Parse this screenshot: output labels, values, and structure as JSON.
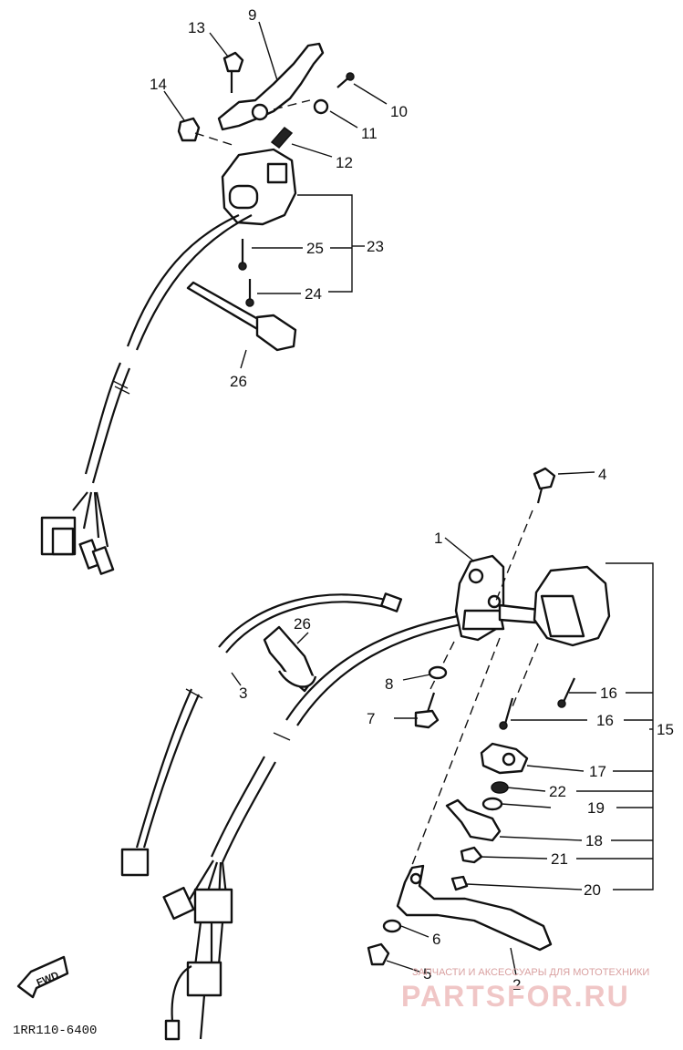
{
  "labels": {
    "l1": "1",
    "l2": "2",
    "l3": "3",
    "l4": "4",
    "l5": "5",
    "l6": "6",
    "l7": "7",
    "l8": "8",
    "l9": "9",
    "l10": "10",
    "l11": "11",
    "l12": "12",
    "l13": "13",
    "l14": "14",
    "l15": "15",
    "l16a": "16",
    "l16b": "16",
    "l17": "17",
    "l18": "18",
    "l19": "19",
    "l20": "20",
    "l21": "21",
    "l22": "22",
    "l23": "23",
    "l24": "24",
    "l25": "25",
    "l26a": "26",
    "l26b": "26"
  },
  "fwd_label": "FWD",
  "diagram_code": "1RR110-6400",
  "watermark": {
    "tagline": "ЗАПЧАСТИ И АКСЕССУАРЫ ДЛЯ МОТОТЕХНИКИ",
    "brand": "PARTSFOR.RU"
  }
}
